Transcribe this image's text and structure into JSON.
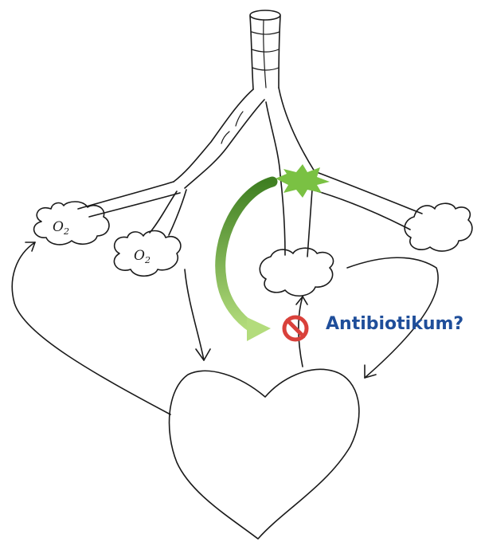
{
  "labels": {
    "o2_left": "O",
    "o2_left_sub": "2",
    "o2_middle": "O",
    "o2_middle_sub": "2",
    "antibiotic": "Antibiotikum?"
  },
  "colors": {
    "ink": "#1a1a1a",
    "infection": "#7ac143",
    "arrow_dark": "#4a8a2a",
    "arrow_light": "#a6d36e",
    "label": "#1f4e9a",
    "prohibit": "#d9413b"
  },
  "icons": {
    "infection": "spiky-burst",
    "blocked": "prohibition-sign"
  }
}
